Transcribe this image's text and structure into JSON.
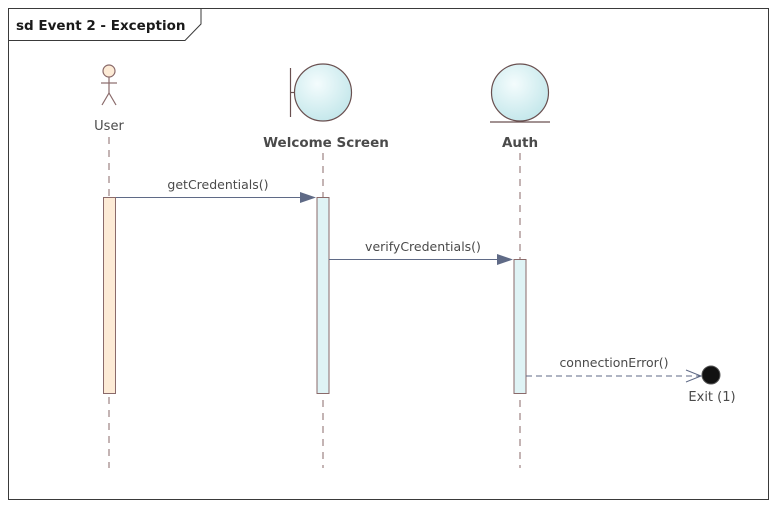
{
  "diagram": {
    "frame_title": "sd Event 2 - Exception",
    "lifelines": {
      "user": {
        "label": "User",
        "kind": "actor"
      },
      "welcome": {
        "label": "Welcome Screen",
        "kind": "boundary"
      },
      "auth": {
        "label": "Auth",
        "kind": "entity"
      }
    },
    "messages": {
      "m1": {
        "label": "getCredentials()",
        "from": "User",
        "to": "Welcome Screen",
        "style": "synchronous"
      },
      "m2": {
        "label": "verifyCredentials()",
        "from": "Welcome Screen",
        "to": "Auth",
        "style": "synchronous"
      },
      "m3": {
        "label": "connectionError()",
        "from": "Auth",
        "to": "Exit (1)",
        "style": "asynchronous-dashed"
      }
    },
    "exit": {
      "label": "Exit (1)"
    },
    "colors": {
      "lifeline_head_fill": "#d6f0f2",
      "actor_activation_fill": "#fdebd6",
      "object_activation_fill": "#dff3f5",
      "message_color": "#5f6a86",
      "lifeline_color": "#8a6a6a"
    }
  }
}
